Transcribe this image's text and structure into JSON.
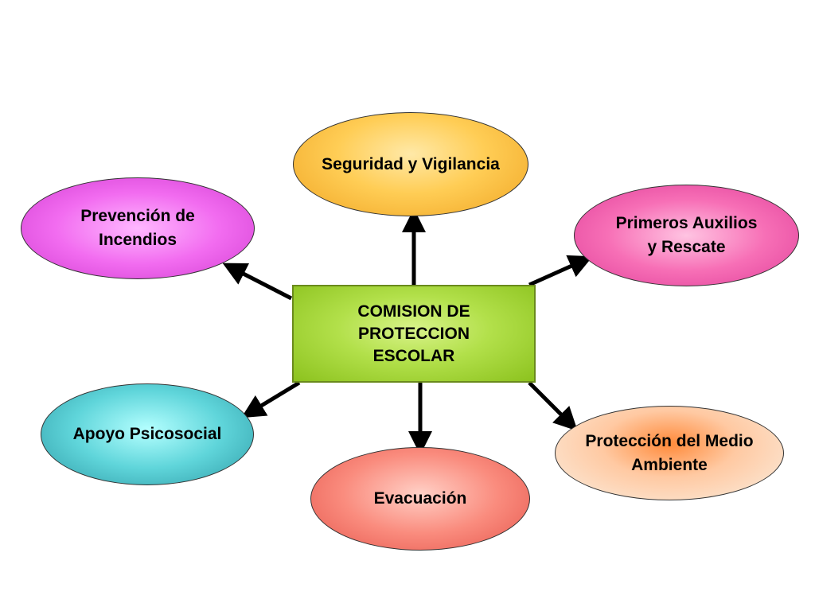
{
  "center": {
    "label": "COMISION DE\nPROTECCION\nESCOLAR"
  },
  "nodes": {
    "seguridad": "Seguridad y Vigilancia",
    "prevencion": "Prevención de\nIncendios",
    "primeros": "Primeros Auxilios\ny Rescate",
    "apoyo": "Apoyo Psicosocial",
    "evacuacion": "Evacuación",
    "medio": "Protección del Medio\nAmbiente"
  },
  "colors": {
    "center_fill": "#a6d93a",
    "seguridad": "#ffc845",
    "prevencion": "#ee5fee",
    "primeros": "#f25fae",
    "apoyo": "#4fc3c9",
    "evacuacion": "#f7796d",
    "medio": "#fbe6d4",
    "arrow": "#000000"
  }
}
